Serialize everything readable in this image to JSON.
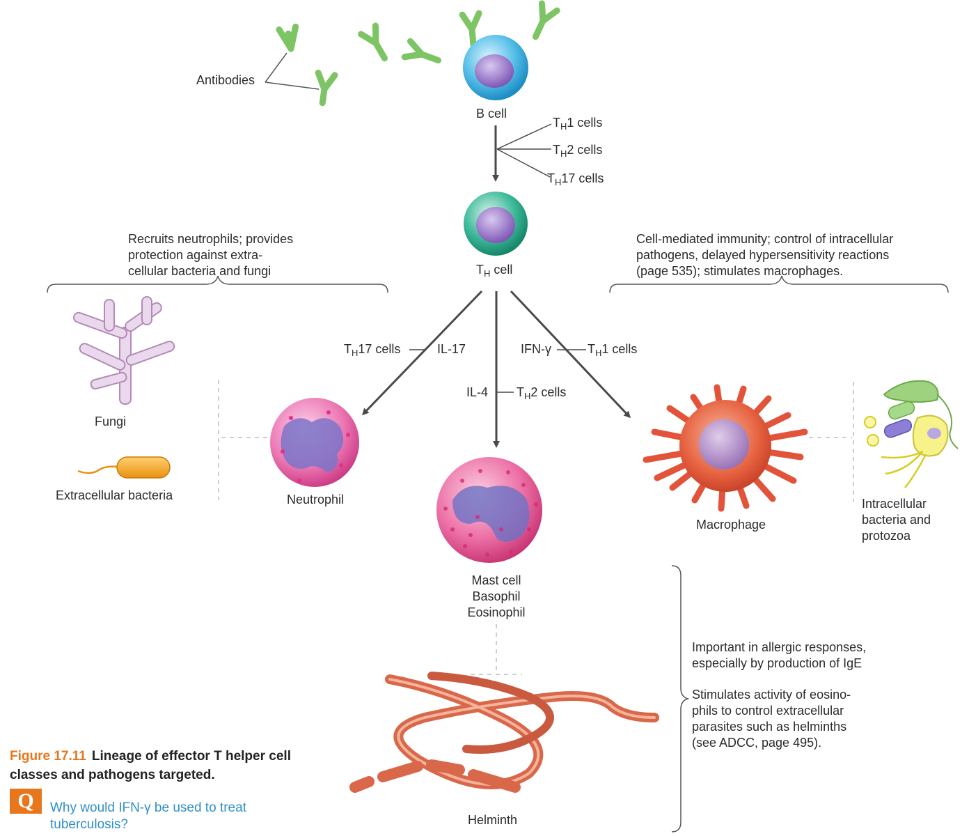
{
  "labels": {
    "antibodies": "Antibodies",
    "b_cell": "B cell",
    "th1_cells": "1 cells",
    "th2_cells": "2 cells",
    "th17_cells": "17 cells",
    "t_letter": "T",
    "h_sub": "H",
    "th_cell": "cell",
    "il17": "IL-17",
    "il4": "IL-4",
    "ifn_gamma": "IFN-γ",
    "fungi": "Fungi",
    "extracellular_bacteria": "Extracellular bacteria",
    "neutrophil": "Neutrophil",
    "mast_cell_lines": "Mast cell\nBasophil\nEosinophil",
    "macrophage": "Macrophage",
    "intracellular": "Intracellular\nbacteria and\nprotozoa",
    "helminth": "Helminth"
  },
  "notes": {
    "th17_function": "Recruits neutrophils; provides\nprotection against extra-\ncellular bacteria and fungi",
    "th1_function": "Cell-mediated immunity; control of intracellular\npathogens, delayed hypersensitivity reactions\n(page 535); stimulates macrophages.",
    "th2_function_1": "Important in allergic responses,\nespecially by production of IgE",
    "th2_function_2": "Stimulates activity of eosino-\nphils to control extracellular\nparasites such as helminths\n(see ADCC, page 495)."
  },
  "caption": {
    "figure_number": "Figure 17.11",
    "title": "Lineage of effector T helper cell classes and pathogens targeted.",
    "q_icon": "Q",
    "question": "Why would IFN-γ be used to treat tuberculosis?"
  },
  "colors": {
    "antibody": "#7cc464",
    "b_cell": "#3aa9dc",
    "th_cell": "#2aa68a",
    "neutrophil": "#e04a9a",
    "mast_cell": "#e04a8a",
    "macrophage": "#e2533a",
    "helminth": "#d9674a",
    "fungi": "#c9a6c9",
    "bacteria": "#f0a020",
    "caption_accent": "#e8761c",
    "question_text": "#2f8fc9",
    "arrow": "#4a4a4a"
  }
}
